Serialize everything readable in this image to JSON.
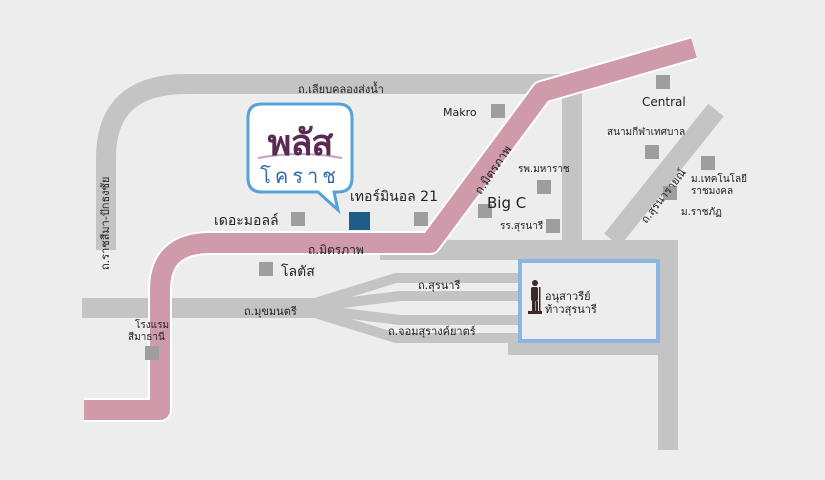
{
  "roads": {
    "liap_khlong": "ถ.เลียบคลองส่งน้ำ",
    "ratchasima_pakthongchai": "ถ.ราชสีมา-ปักธงชัย",
    "mittraphap_horizontal": "ถ.มิตรภาพ",
    "mittraphap_diagonal": "ถ.มิตรภาพ",
    "mukkhamontri": "ถ.มุขมนตรี",
    "suranaree": "ถ.สุรนารี",
    "chomsurang_yat": "ถ.จอมสุรางค์ยาตร์",
    "suranarai": "ถ.สุรนารายณ์"
  },
  "landmarks": {
    "makro": "Makro",
    "central": "Central",
    "sanam_kila": "สนามกีฬาเทศบาล",
    "maharat_hospital": "รพ.มหาราช",
    "big_c": "Big C",
    "suranaree_school": "รร.สุรนารี",
    "terminal21": "เทอร์มินอล 21",
    "the_mall": "เดอะมอลล์",
    "lotus": "โลตัส",
    "sima_thani_line1": "โรงแรม",
    "sima_thani_line2": "สีมาธานี",
    "rmut_line1": "ม.เทคโนโลยี",
    "rmut_line2": "ราชมงคล",
    "rajabhat": "ม.ราชภัฏ",
    "monument_line1": "อนุสาวรีย์",
    "monument_line2": "ท้าวสุรนารี"
  },
  "logo": {
    "main": "พลัส",
    "sub": "โคราช"
  },
  "colors": {
    "background": "#ededed",
    "road_gray": "#c4c4c4",
    "road_pink": "#cf9aaa",
    "pink_edge": "#ffffff",
    "marker_gray": "#9e9e9e",
    "terminal21_marker": "#1f5d86",
    "monument_frame": "#8ab6e4",
    "logo_border": "#56a3d8",
    "logo_main": "#5a2a55",
    "logo_sub": "#2f6fb0"
  },
  "icons": {
    "monument": "statue-icon",
    "logo_bubble": "speech-bubble-icon"
  }
}
